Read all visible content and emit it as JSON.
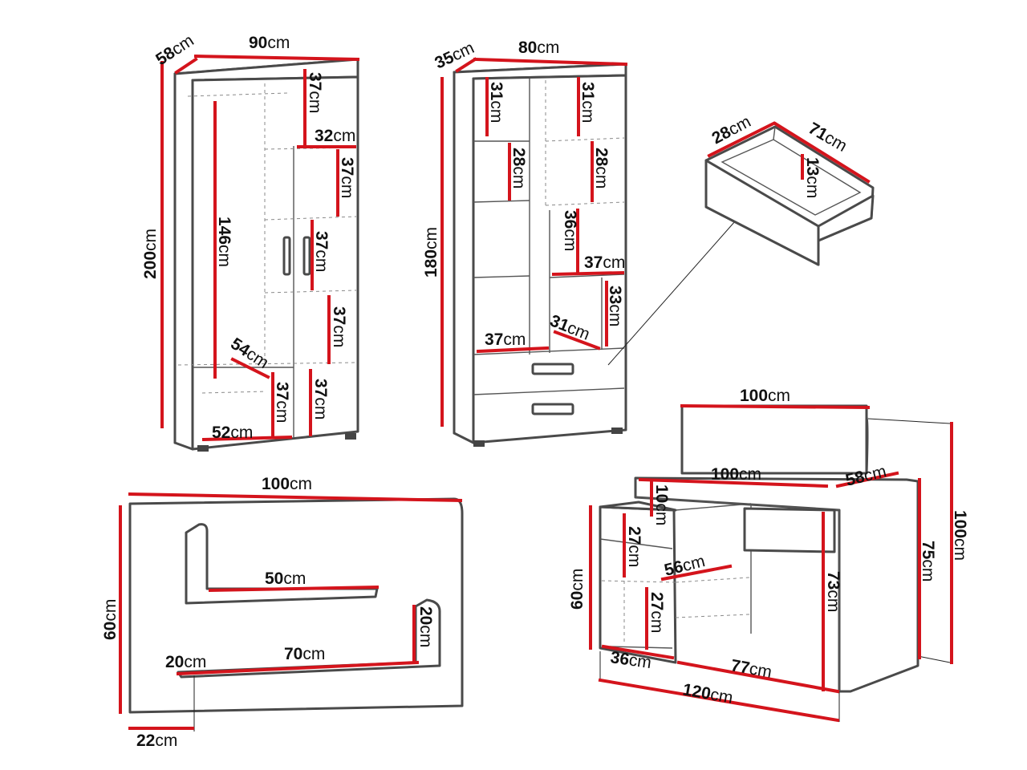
{
  "colors": {
    "dimension": "#d4141c",
    "outline": "#4a4a4a",
    "background": "#ffffff"
  },
  "units": "cm",
  "items": {
    "wardrobe": {
      "depth": "58",
      "width": "90",
      "height": "200",
      "hanging": "146",
      "shelf_1": "37",
      "shelf_width": "32",
      "shelf_2": "37",
      "shelf_3": "37",
      "shelf_4": "37",
      "bottom_depth": "54",
      "bottom_left": "37",
      "bottom_right": "37",
      "bottom_width": "52"
    },
    "bookcase": {
      "depth": "35",
      "width": "80",
      "height": "180",
      "left_top": "31",
      "right_top": "31",
      "left_mid": "28",
      "right_mid": "28",
      "center_h": "36",
      "center_w": "37",
      "lower_right_h": "33",
      "lower_left_w": "37",
      "lower_right_w": "31"
    },
    "drawer": {
      "depth": "28",
      "width": "71",
      "height": "13"
    },
    "wall_shelves": {
      "width": "100",
      "height": "60",
      "upper_shelf": "50",
      "lower_shelf": "70",
      "side_height": "20",
      "side_depth": "20",
      "bottom_offset": "22"
    },
    "desk": {
      "top_width": "100",
      "desk_width": "100",
      "depth": "58",
      "height_total": "100",
      "height_top": "75",
      "return_top": "10",
      "open_1": "27",
      "open_2": "27",
      "side_depth": "56",
      "inner_height": "73",
      "low_height": "60",
      "bottom_depth": "36",
      "bottom_width": "77",
      "total_width": "120"
    }
  }
}
